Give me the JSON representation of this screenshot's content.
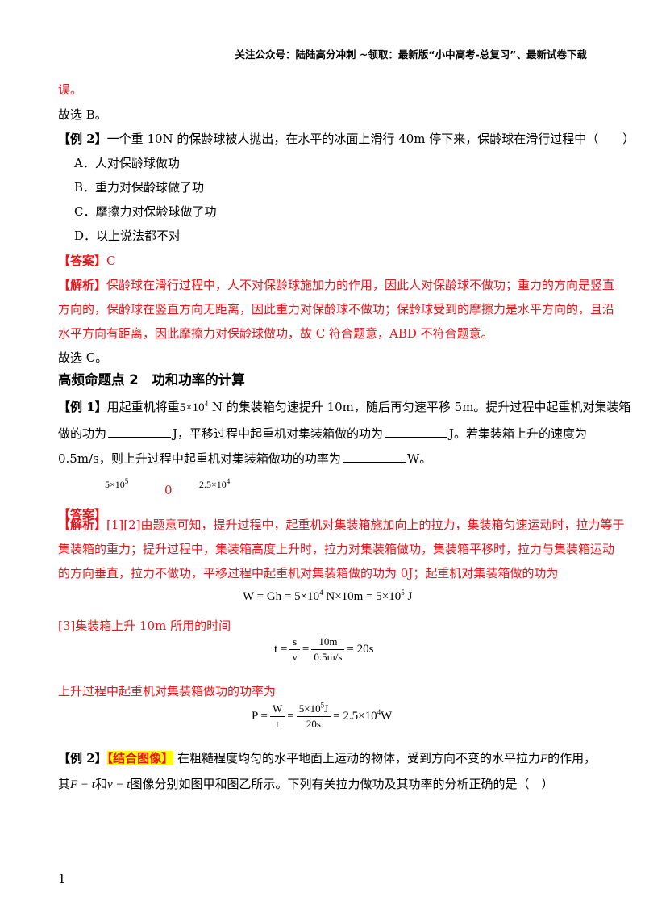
{
  "header": {
    "text": "关注公众号：陆陆高分冲刺  ~领取：最新版“小中高考-总复习”、最新试卷下载"
  },
  "prev": {
    "tail": "误。",
    "choice": "故选 B。"
  },
  "ex2a": {
    "label": "【例 2】",
    "stem": "一个重 10N 的保龄球被人抛出，在水平的冰面上滑行 40m 停下来，保龄球在滑行过程中（　　）",
    "options": [
      "A．人对保龄球做功",
      "B．重力对保龄球做了功",
      "C．摩擦力对保龄球做了功",
      "D．以上说法都不对"
    ],
    "answer_label": "【答案】",
    "answer": "C",
    "analysis_label": "【解析】",
    "analysis_lines": [
      "保龄球在滑行过程中，人不对保龄球施加力的作用，因此人对保龄球不做功；重力的方向是竖直",
      "方向的，保龄球在竖直方向无距离，因此重力对保龄球不做功；保龄球受到的摩擦力是水平方向的，且沿",
      "水平方向有距离，因此摩擦力对保龄球做功，故 C 符合题意，ABD 不符合题意。"
    ],
    "choice": "故选 C。"
  },
  "section": {
    "title": "高频命题点 2　功和功率的计算"
  },
  "ex1": {
    "label": "【例 1】",
    "line1_a": "用起重机将重",
    "weight_base": "5×10",
    "weight_exp": "4",
    "line1_b": " N 的集装箱匀速提升 10m，随后再匀速平移 5m。提升过程中起重机对集装箱",
    "line2_a": "做的功为",
    "line2_b": "J，平移过程中起重机对集装箱做的功为",
    "line2_c": "J。若集装箱上升的速度为",
    "line3_a": "0.5m/s，则上升过程中起重机对集装箱做功的功率为",
    "line3_b": "W。",
    "answer_label": "【答案】",
    "ans1_base": "5×10",
    "ans1_exp": "5",
    "ans2": "0",
    "ans3_base": "2.5×10",
    "ans3_exp": "4",
    "analysis_label": "【解析】",
    "analysis_lines": [
      "[1][2]由题意可知，提升过程中，起重机对集装箱施加向上的拉力，集装箱匀速运动时，拉力等于",
      "集装箱的重力；提升过程中，集装箱高度上升时，拉力对集装箱做功，集装箱平移时，拉力与集装箱运动",
      "的方向垂直，拉力不做功，平移过程中起重机对集装箱做的功为 0J；起重机对集装箱做的功为"
    ],
    "eq1": {
      "lhs": "W = Gh = 5×10",
      "exp1": "4",
      "mid": " N×10m = 5×10",
      "exp2": "5",
      "rhs": " J"
    },
    "line_time": "[3]集装箱上升 10m 所用的时间",
    "eq2": {
      "lhs": "t =",
      "f1_num": "s",
      "f1_den": "v",
      "eq": "=",
      "f2_num": "10m",
      "f2_den": "0.5m/s",
      "rhs": "= 20s"
    },
    "line_power": "上升过程中起重机对集装箱做功的功率为",
    "eq3": {
      "lhs": "P =",
      "f1_num": "W",
      "f1_den": "t",
      "eq": "=",
      "f2_num_base": "5×10",
      "f2_num_exp": "5",
      "f2_num_unit": "J",
      "f2_den": "20s",
      "rhs_base": "= 2.5×10",
      "rhs_exp": "4",
      "rhs_unit": "W"
    }
  },
  "ex2b": {
    "label": "【例 2】",
    "tag": "【结合图像】",
    "line1": "在粗糙程度均匀的水平地面上运动的物体，受到方向不变的水平拉力",
    "F": "F",
    "line1_end": "的作用，",
    "line2_a": "其",
    "ft": "F − t",
    "line2_b": "和",
    "vt": "v − t",
    "line2_c": "图像分别如图甲和图乙所示。下列有关拉力做功及其功率的分析正确的是（　）"
  },
  "page": {
    "number": "1"
  }
}
